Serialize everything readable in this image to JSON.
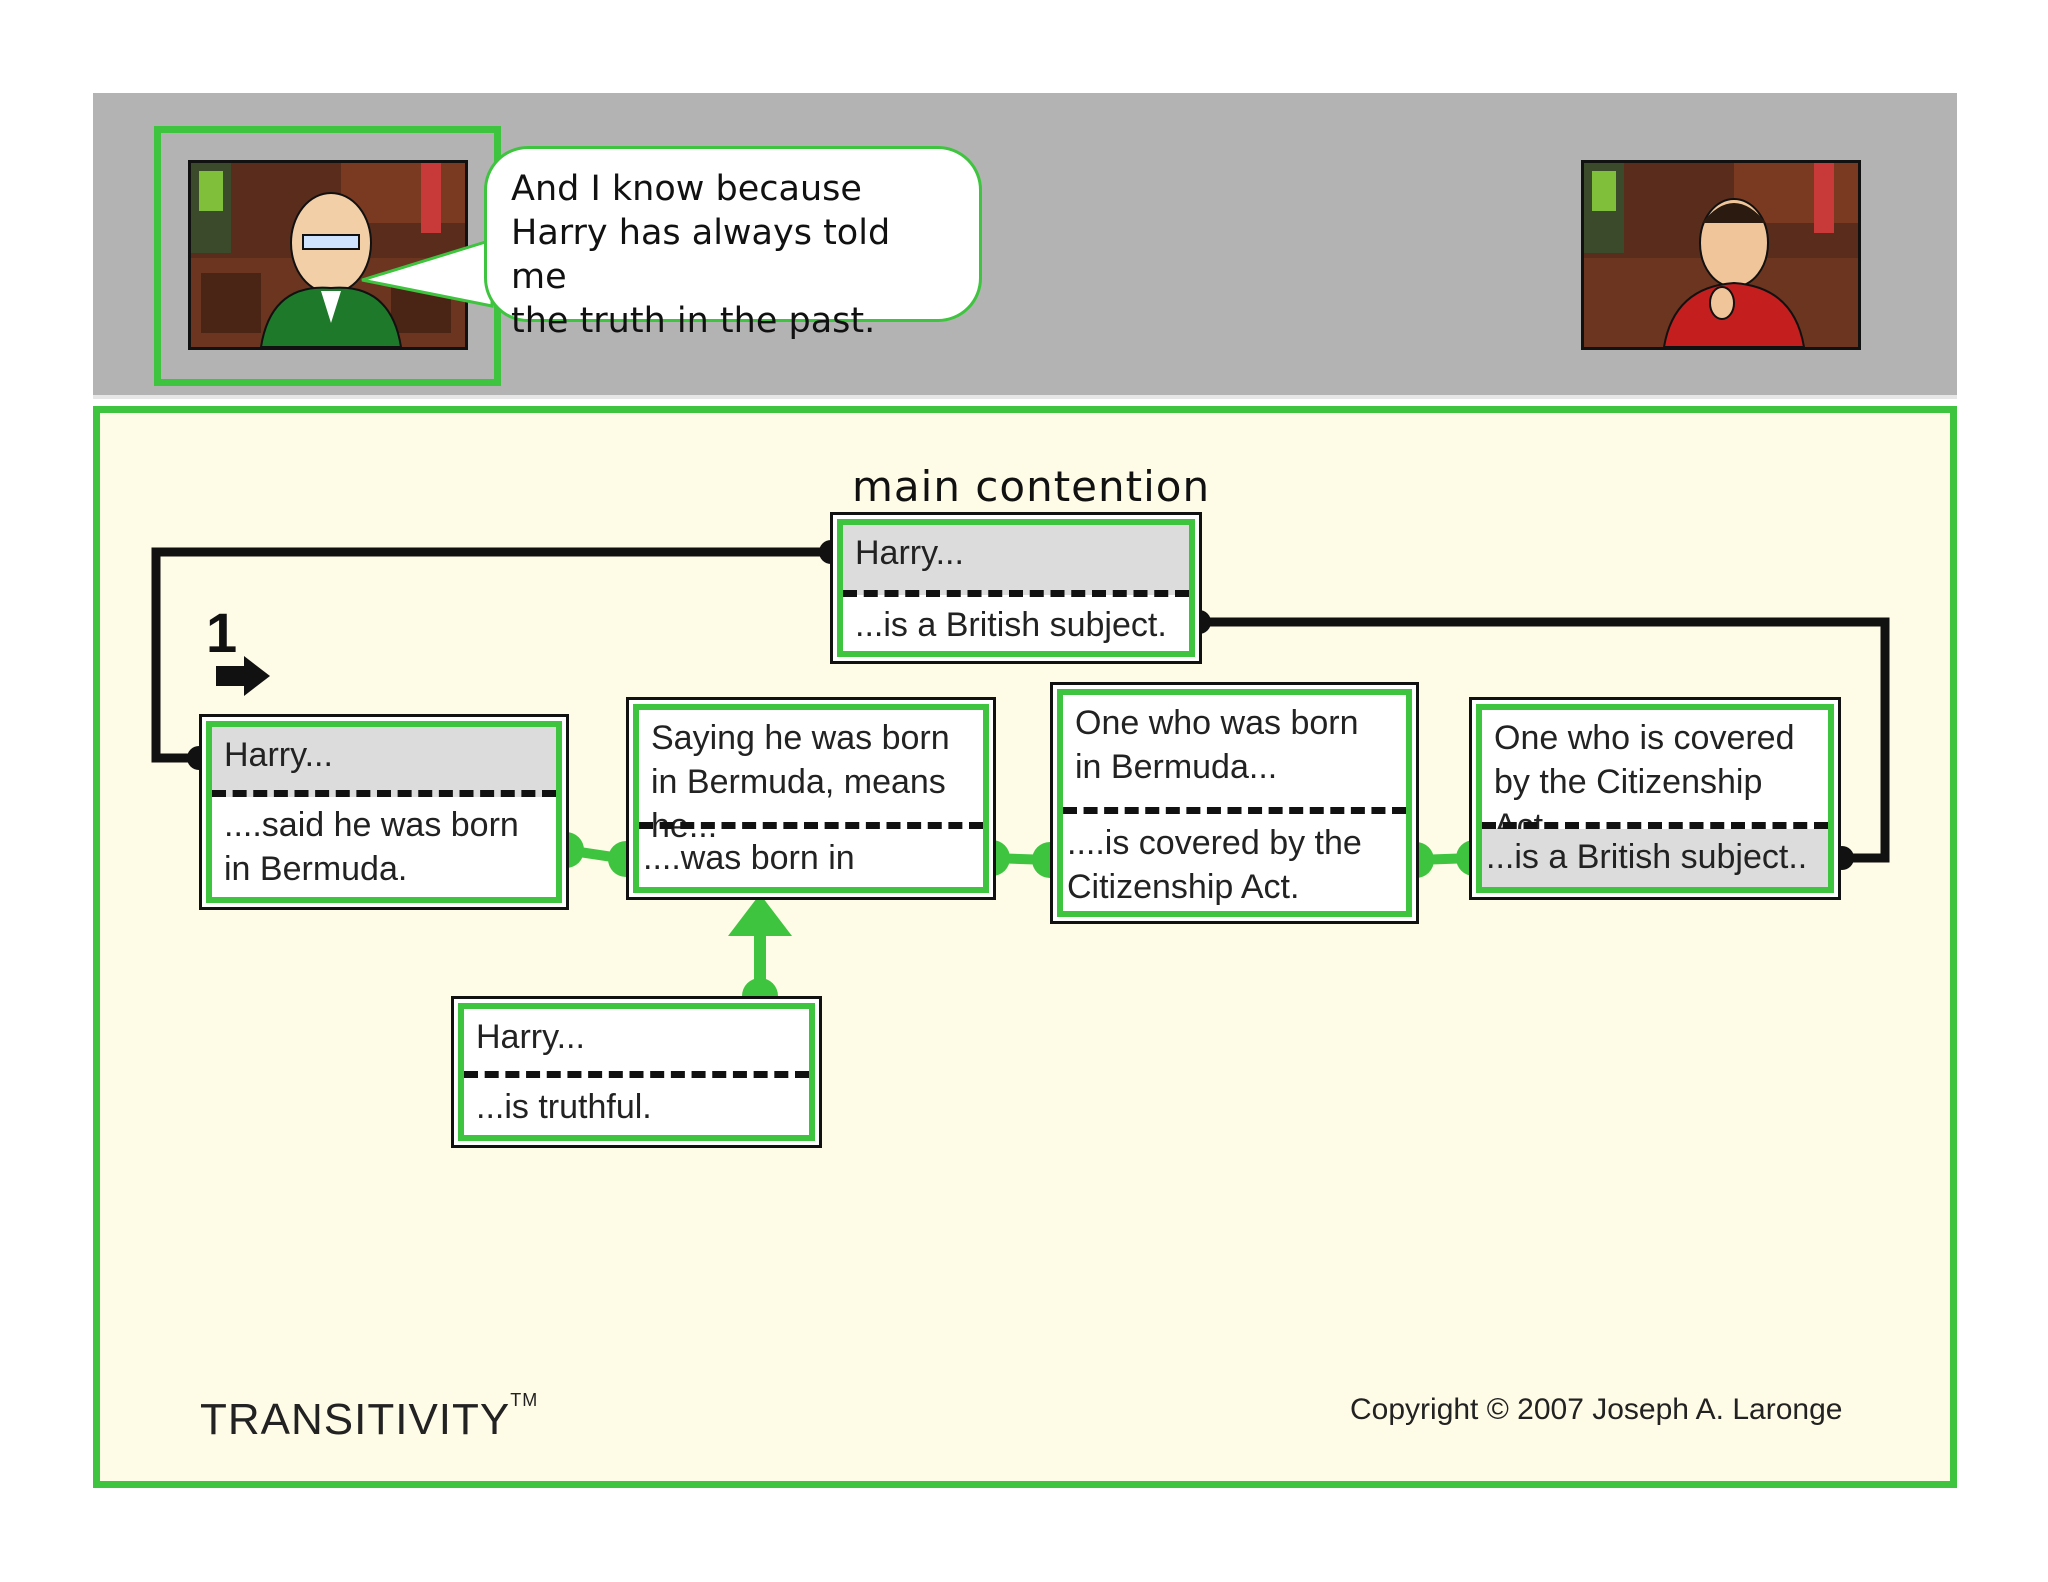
{
  "scene": {
    "speech_bubble": {
      "lines": [
        "And I know because",
        "Harry has always told me",
        "the truth in the past."
      ]
    },
    "left_character": {
      "icon": "lawyer-green-suit-illustration",
      "active": true
    },
    "right_character": {
      "icon": "lawyer-red-suit-illustration",
      "active": false
    }
  },
  "diagram": {
    "main_label": "main contention",
    "step_number": "1",
    "boxes": {
      "main": {
        "top": "Harry...",
        "bottom": "...is a British subject."
      },
      "b1": {
        "top": "Harry...",
        "bottom": "....said he was born in Bermuda."
      },
      "b2": {
        "top": "Saying he was born in Bermuda, means he...",
        "bottom": "....was born in Bermuda."
      },
      "b3": {
        "top": "One who was born in Bermuda...",
        "bottom": "....is covered by the Citizenship Act."
      },
      "b4": {
        "top": "One who is covered by the Citizenship Act...",
        "bottom": "...is a British subject.."
      },
      "support": {
        "top": "Harry...",
        "bottom": "...is truthful."
      }
    }
  },
  "footer": {
    "brand": "TRANSITIVITY",
    "trademark": "TM",
    "copyright": "Copyright © 2007 Joseph A. Laronge"
  },
  "colors": {
    "accent": "#3ec43e",
    "panel_bg": "#fefbe6",
    "band": "#b3b3b3",
    "line": "#111111"
  }
}
